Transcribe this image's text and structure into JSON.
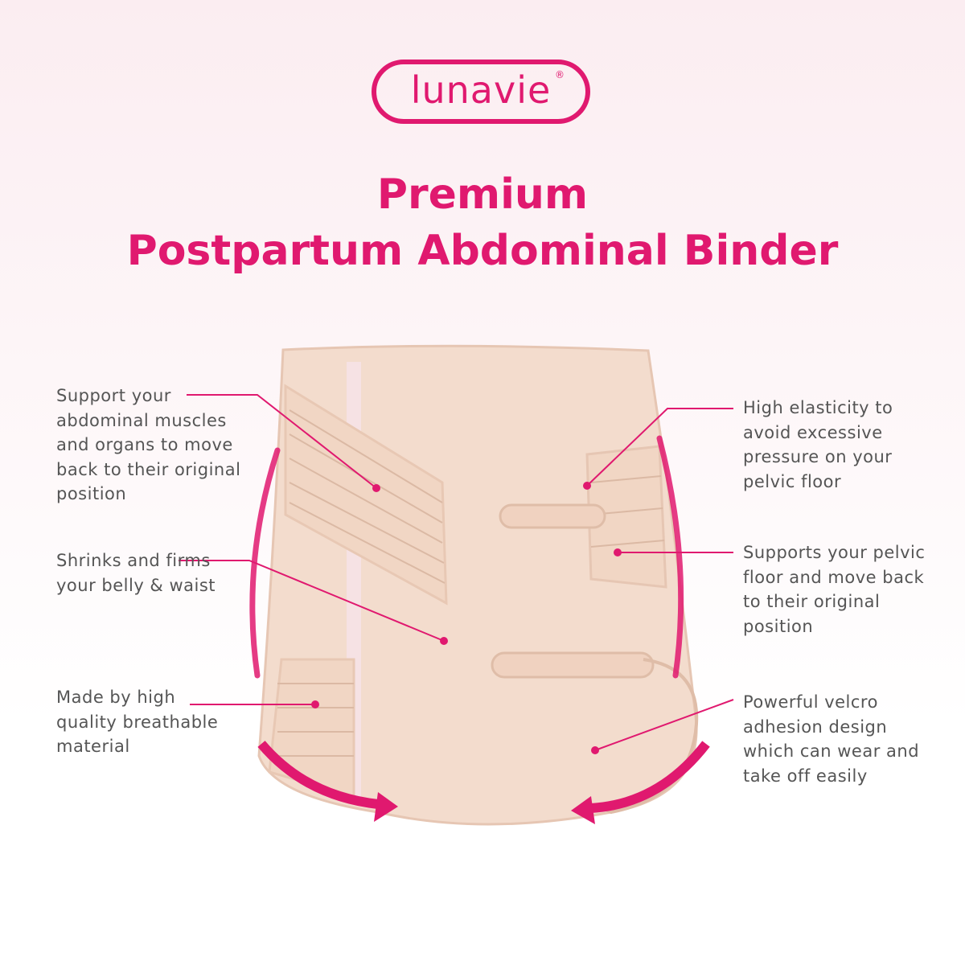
{
  "brand": {
    "name": "Lunavie",
    "registered": "®"
  },
  "title": {
    "line1": "Premium",
    "line2": "Postpartum Abdominal Binder"
  },
  "features_left": [
    {
      "text": "Support your abdominal muscles and organs to move back to their original position"
    },
    {
      "text": "Shrinks and firms your belly & waist"
    },
    {
      "text": "Made by high quality breathable material"
    }
  ],
  "features_right": [
    {
      "text": "High elasticity to avoid excessive pressure on your pelvic floor"
    },
    {
      "text": "Supports your pelvic floor and move back to their original position"
    },
    {
      "text": "Powerful velcro adhesion design which can wear and take off easily"
    }
  ],
  "colors": {
    "accent": "#e0196f",
    "text": "#555555",
    "fabric": "#f3d9c8"
  }
}
